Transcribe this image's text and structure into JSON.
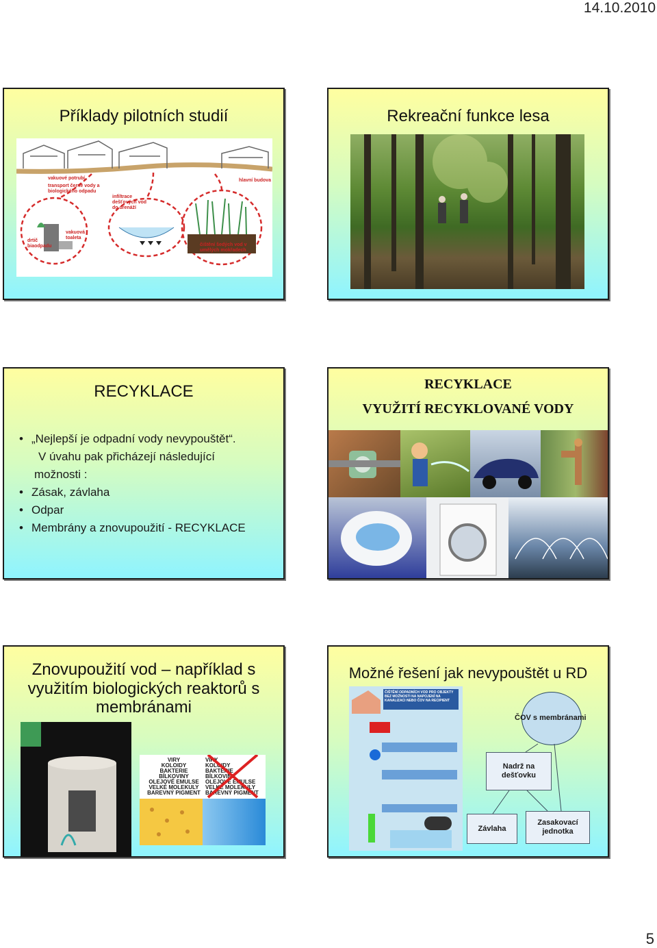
{
  "header": {
    "date": "14.10.2010"
  },
  "footer": {
    "page_number": "5"
  },
  "slides": {
    "pilot": {
      "title": "Příklady pilotních studií",
      "diagram_labels": {
        "vacuum_pipe": "vakuové potrubí",
        "transport": "transport černé vody a biologického odpadu",
        "main_building": "hlavní budova",
        "infiltration": "infiltrace dešťových vod do drenáží",
        "grinder": "drtič biaodpadu",
        "vacuum_toilet": "vakuová toaleta",
        "greywater": "čištění šedých vod v umělých mokřadech"
      }
    },
    "forest": {
      "title": "Rekreační funkce lesa"
    },
    "recycling": {
      "title": "RECYKLACE",
      "bullets": [
        {
          "text": "„Nejlepší je odpadní vody nevypouštět“.",
          "bullet": true
        },
        {
          "text": "V úvahu pak přicházejí následující",
          "bullet": false
        },
        {
          "text": "možnosti :",
          "bullet": false
        },
        {
          "text": "Zásak, závlaha",
          "bullet": true
        },
        {
          "text": "Odpar",
          "bullet": true
        },
        {
          "text": "Membrány a znovupoužití - RECYKLACE",
          "bullet": true
        }
      ]
    },
    "recycled_water": {
      "title_line1": "RECYKLACE",
      "title_line2": "VYUŽITÍ RECYKLOVANÉ VODY"
    },
    "reuse": {
      "title_lines": [
        "Znovupoužití vod – například s",
        "využitím biologických reaktorů s",
        "membránami"
      ],
      "membrane_list": [
        "VIRY",
        "KOLOIDY",
        "BAKTERIE",
        "BÍLKOVINY",
        "OLEJOVÉ EMULSE",
        "VELKÉ MOLEKULY",
        "BAREVNÝ PIGMENT"
      ]
    },
    "solution": {
      "title": "Možné řešení jak nevypouštět u RD",
      "poster_heading": "ČIŠTĚNÍ ODPADNÍCH VOD PRO OBJEKTY BEZ MOŽNOSTI NA NAPOJENÍ NA KANALIZACI NEBO ČOV NA RECIPIENT",
      "flow": {
        "cov": "ČOV s membránami",
        "tank": "Nadrž na dešťovku",
        "irrigation": "Závlaha",
        "infiltration": "Zasakovací jednotka"
      }
    }
  },
  "colors": {
    "slide_border": "#1c1c1c",
    "slide_top": "#fffea0",
    "slide_bottom": "#8ff4ff",
    "ellipse": "#c3deef",
    "box": "#e9f0f8"
  }
}
